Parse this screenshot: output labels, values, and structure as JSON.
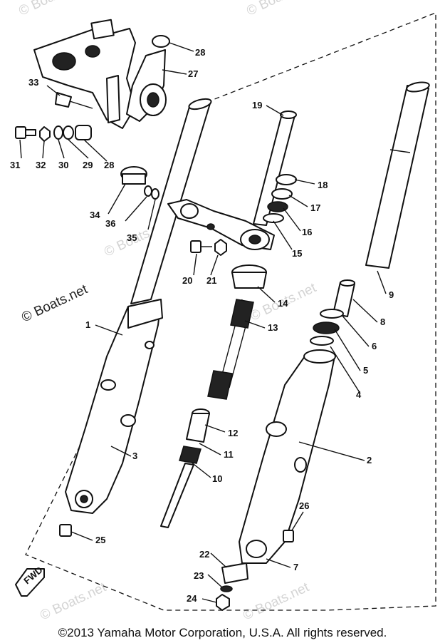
{
  "watermarks": {
    "main": "© Boats.net",
    "faint": [
      "© Boats.net",
      "© Boats.net",
      "© Boats.net",
      "© Boats.net",
      "© Boats.net",
      "© Boats.net"
    ]
  },
  "callouts": [
    "1",
    "2",
    "3",
    "4",
    "5",
    "6",
    "7",
    "8",
    "9",
    "10",
    "11",
    "12",
    "13",
    "14",
    "15",
    "16",
    "17",
    "18",
    "19",
    "20",
    "21",
    "22",
    "23",
    "24",
    "25",
    "26",
    "27",
    "28",
    "28",
    "29",
    "30",
    "31",
    "32",
    "33",
    "34",
    "35",
    "36"
  ],
  "fwd_label": "FWD",
  "copyright": "©2013 Yamaha Motor Corporation, U.S.A. All rights reserved."
}
